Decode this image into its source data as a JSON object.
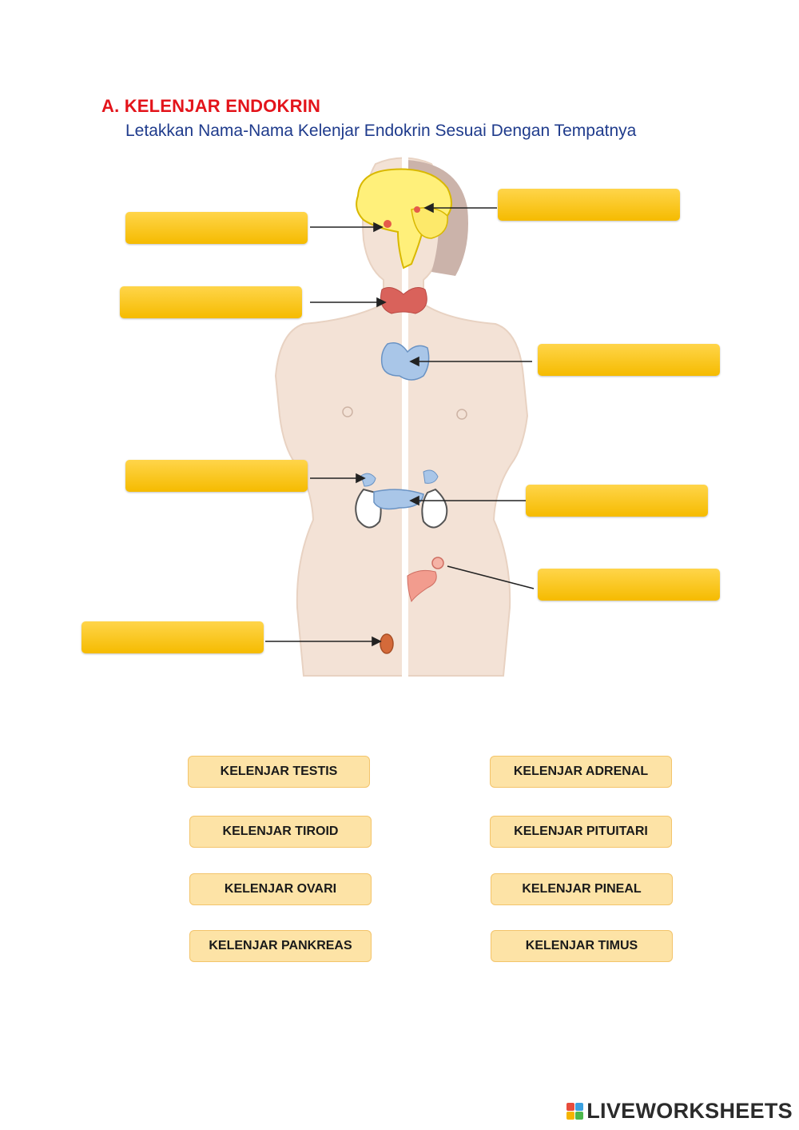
{
  "header": {
    "title": "A. KELENJAR ENDOKRIN",
    "instruction": "Letakkan Nama-Nama Kelenjar Endokrin Sesuai Dengan Tempatnya"
  },
  "options": [
    {
      "label": "KELENJAR TESTIS"
    },
    {
      "label": "KELENJAR ADRENAL"
    },
    {
      "label": "KELENJAR TIROID"
    },
    {
      "label": "KELENJAR PITUITARI"
    },
    {
      "label": "KELENJAR OVARI"
    },
    {
      "label": "KELENJAR PINEAL"
    },
    {
      "label": "KELENJAR PANKREAS"
    },
    {
      "label": "KELENJAR TIMUS"
    }
  ],
  "colors": {
    "drop_box": "#f7c200",
    "option_fill": "#fde3a6",
    "title_red": "#e3141b",
    "instruction_blue": "#1f3b8c"
  },
  "footer": {
    "brand": "LIVEWORKSHEETS"
  }
}
